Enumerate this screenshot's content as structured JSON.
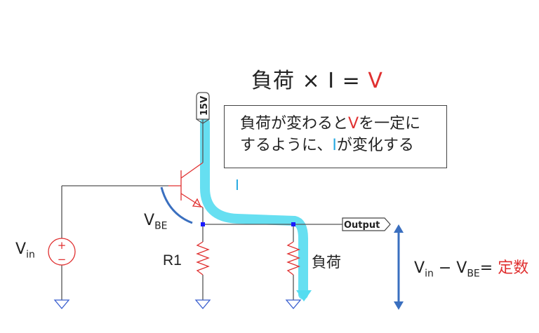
{
  "formula": {
    "load": "負荷",
    "times": "×",
    "i": "I",
    "equals": "=",
    "v": "V"
  },
  "note": {
    "line1_a": "負荷が変わると",
    "line1_v": "V",
    "line1_b": "を一定に",
    "line2_a": "するように、",
    "line2_i": "I",
    "line2_b": "が変化する"
  },
  "labels": {
    "supply": "15V",
    "output": "Output",
    "current": "I",
    "vbe_main": "V",
    "vbe_sub": "BE",
    "vin_main": "V",
    "vin_sub": "in",
    "r1": "R1",
    "load": "負荷",
    "source_plus": "+",
    "source_minus": "−"
  },
  "formula2": {
    "vin_main": "V",
    "vin_sub": "in",
    "minus": " − ",
    "vbe_main": "V",
    "vbe_sub": "BE",
    "equals": "= ",
    "const": "定数"
  },
  "colors": {
    "wire": "#555555",
    "component": "#e03030",
    "node": "#1a1aff",
    "current_path": "#55dcf0",
    "arrow": "#3a6fbf",
    "ground": "#3a5fcf"
  }
}
